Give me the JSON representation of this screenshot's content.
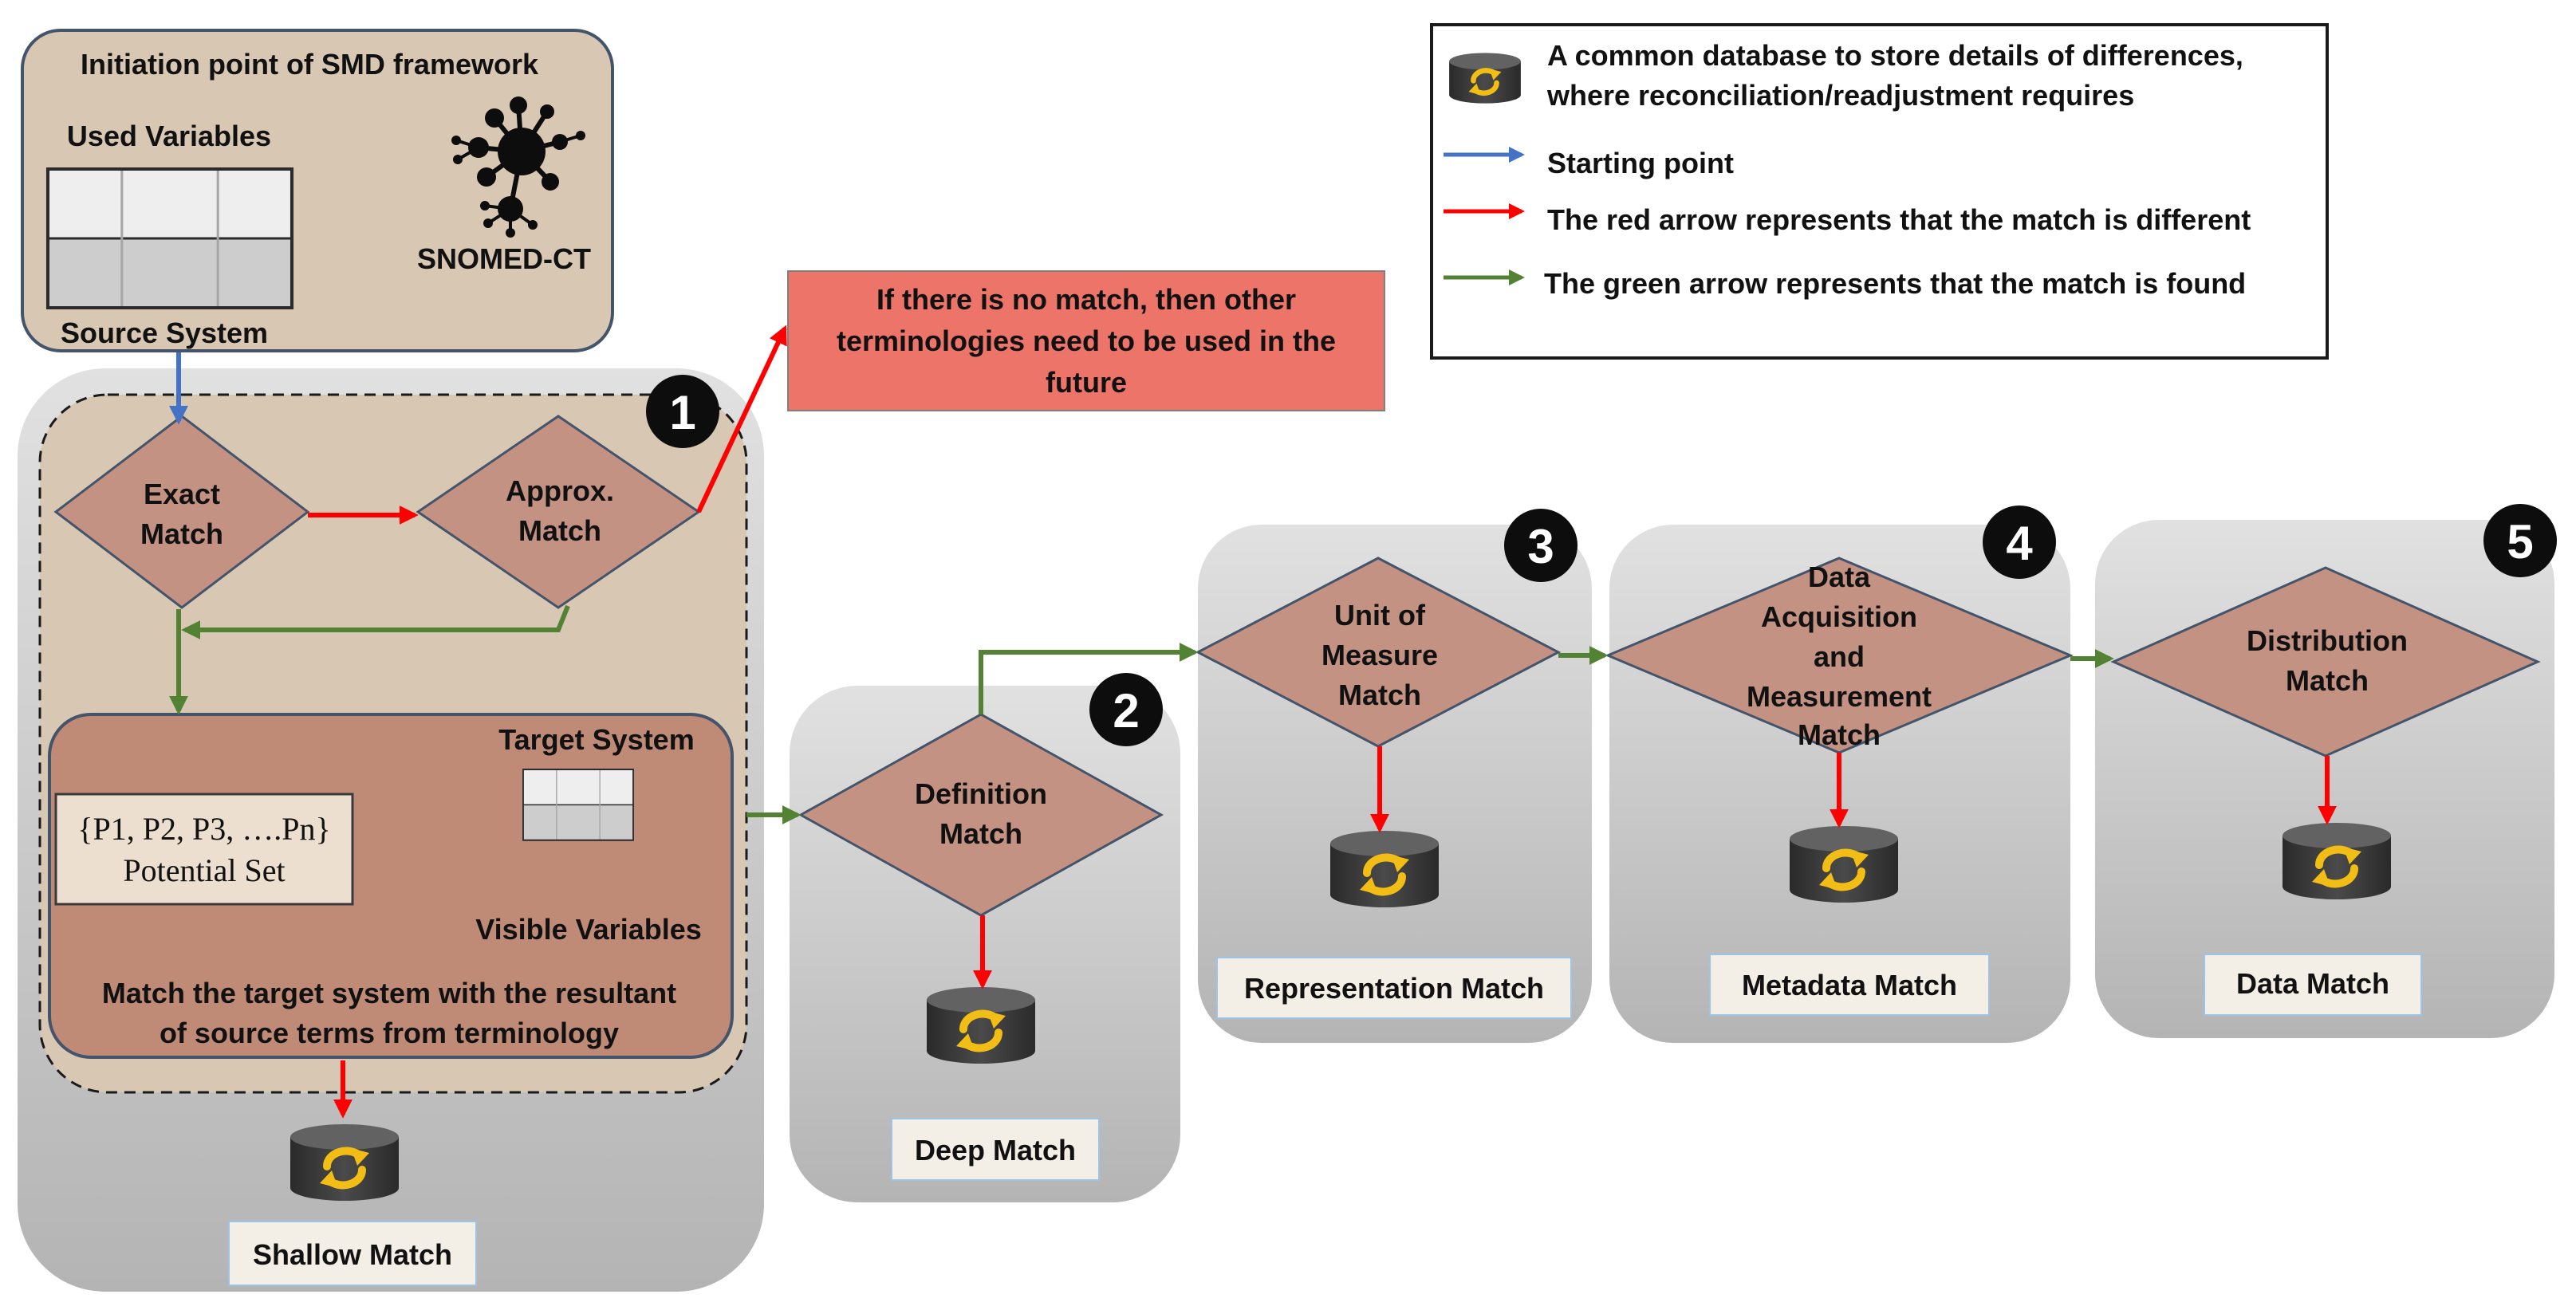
{
  "colors": {
    "stage_panel": "#c9c9c9",
    "beige": "#d8c7b2",
    "diamond": "#c49282",
    "target_box": "#bf8a76",
    "red_note": "#ec7468",
    "label_box": "#f4efe6",
    "db_body": "#3a3a3a",
    "db_symbol": "#f2bd14",
    "arrow_blue": "#4472c4",
    "arrow_red": "#ff0000",
    "arrow_green": "#548235"
  },
  "source": {
    "title": "Initiation point  of SMD framework",
    "used_vars": "Used Variables",
    "source_system": "Source System",
    "snomed": "SNOMED-CT",
    "snomed_icon": "snomed-network-icon"
  },
  "note": {
    "lines": [
      "If there is no match, then other",
      "terminologies need to be used in the",
      "future"
    ]
  },
  "legend": {
    "db_lines": [
      "A common database to store details of differences,",
      "where reconciliation/readjustment requires"
    ],
    "start": "Starting point",
    "red": "The red arrow represents that the match is different",
    "green": "The green arrow represents that the match is found",
    "db_icon": "database-sync-icon"
  },
  "stage1": {
    "number": "1",
    "exact": [
      "Exact",
      "Match"
    ],
    "approx": [
      "Approx.",
      "Match"
    ],
    "target_system": "Target System",
    "potential_set": "{P1, P2, P3, ….Pn}",
    "potential_label": "Potential Set",
    "visible_vars": "Visible Variables",
    "match_text": [
      "Match the target system with the resultant",
      "of source terms from terminology"
    ],
    "label": "Shallow Match"
  },
  "stage2": {
    "number": "2",
    "diamond": [
      "Definition",
      "Match"
    ],
    "label": "Deep Match"
  },
  "stage3": {
    "number": "3",
    "diamond": [
      "Unit of",
      "Measure",
      "Match"
    ],
    "label": "Representation Match"
  },
  "stage4": {
    "number": "4",
    "diamond": [
      "Data",
      "Acquisition",
      "and",
      "Measurement",
      "Match"
    ],
    "label": "Metadata Match"
  },
  "stage5": {
    "number": "5",
    "diamond": [
      "Distribution",
      "Match"
    ],
    "label": "Data Match"
  }
}
